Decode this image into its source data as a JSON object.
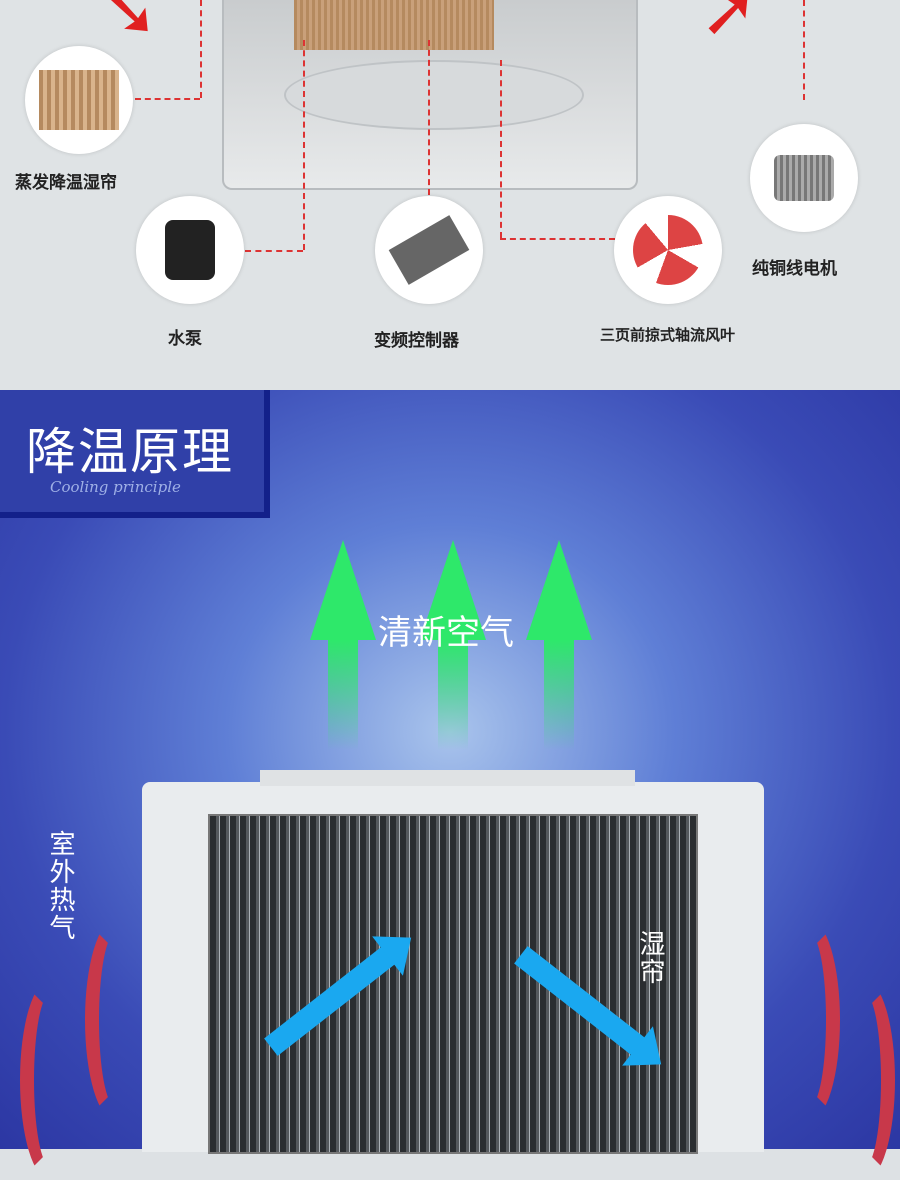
{
  "components": [
    {
      "label": "蒸发降温湿帘",
      "icon": "cooling-pad-icon"
    },
    {
      "label": "水泵",
      "icon": "water-pump-icon"
    },
    {
      "label": "变频控制器",
      "icon": "inverter-controller-icon"
    },
    {
      "label": "三页前掠式轴流风叶",
      "icon": "fan-blade-icon"
    },
    {
      "label": "纯铜线电机",
      "icon": "motor-icon"
    }
  ],
  "principle": {
    "title": "降温原理",
    "subtitle": "Cooling principle",
    "fresh_air": "清新空气",
    "hot_air": "室外热气",
    "wet_curtain": "湿帘"
  },
  "colors": {
    "accent_blue": "#3040a8",
    "fresh_green": "#2ee86a",
    "flow_blue": "#1aa8f0",
    "hot_red": "#c8384a"
  }
}
